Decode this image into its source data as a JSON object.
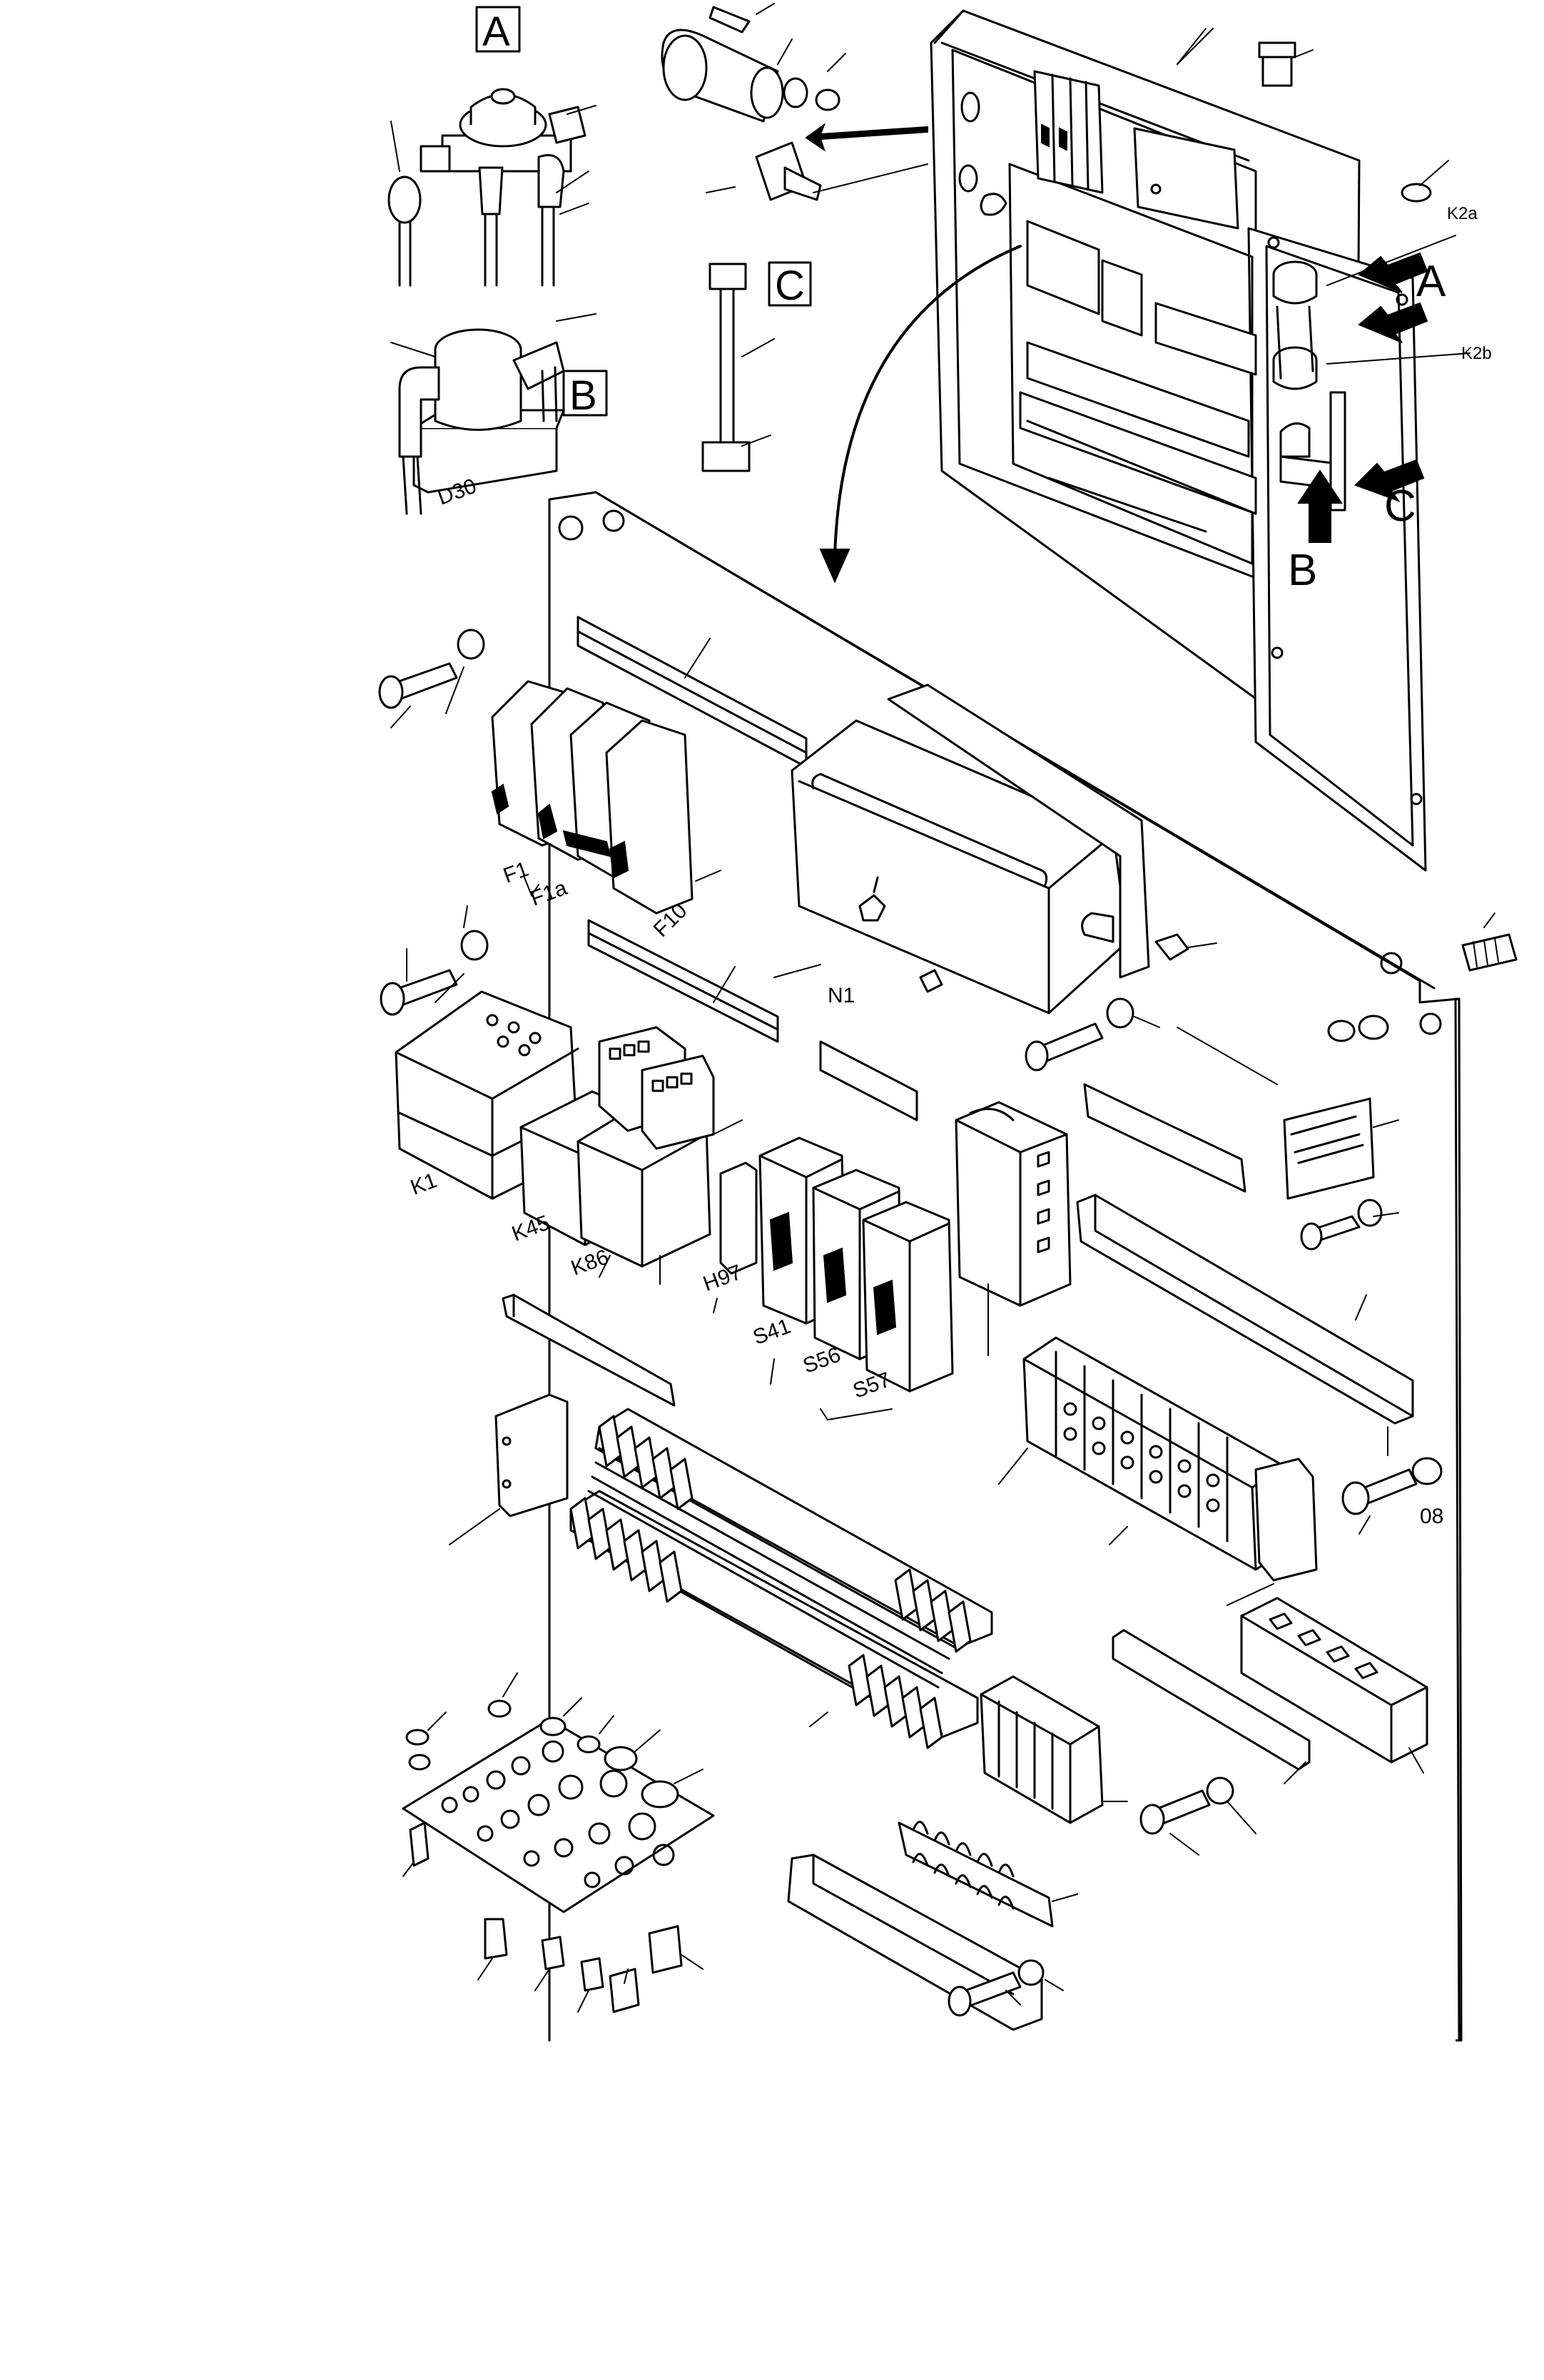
{
  "view_labels": {
    "A": "A",
    "B": "B",
    "C": "C"
  },
  "component_labels": {
    "d30": "D30",
    "k2a": "K2a",
    "k2b": "K2b",
    "f1": "F1",
    "f1a": "F1a",
    "f10": "F10",
    "n1": "N1",
    "k1": "K1",
    "k45": "K45",
    "k86": "K86",
    "h97": "H97",
    "s41": "S41",
    "s56": "S56",
    "s57": "S57",
    "ref08": "08"
  }
}
